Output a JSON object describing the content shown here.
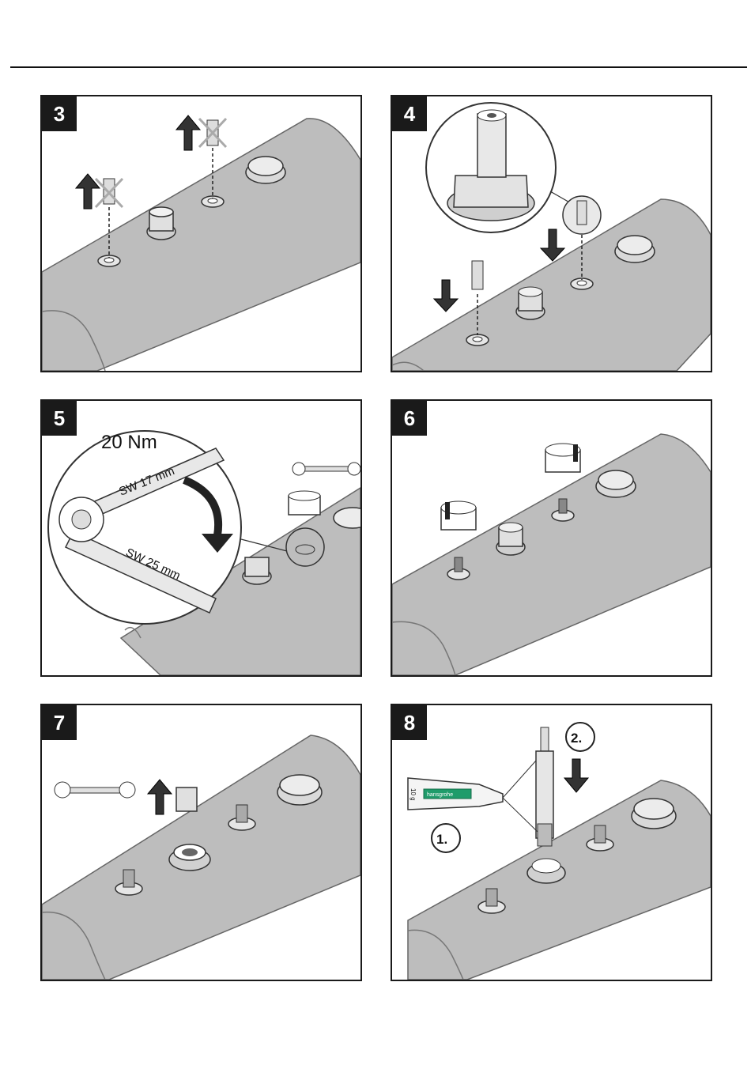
{
  "steps": [
    {
      "number": "3"
    },
    {
      "number": "4"
    },
    {
      "number": "5",
      "torque": "20 Nm",
      "wrench_small": "SW 17 mm",
      "wrench_large": "SW 25 mm"
    },
    {
      "number": "6"
    },
    {
      "number": "7"
    },
    {
      "number": "8",
      "substep_1": "1.",
      "substep_2": "2.",
      "tube_brand": "hansgrohe",
      "tube_size": "10 g"
    }
  ],
  "icons": [
    "arrow-up-icon",
    "arrow-down-icon",
    "crossed-out-icon",
    "wrench-icon",
    "rotate-arrow-icon",
    "grease-tube-icon"
  ]
}
